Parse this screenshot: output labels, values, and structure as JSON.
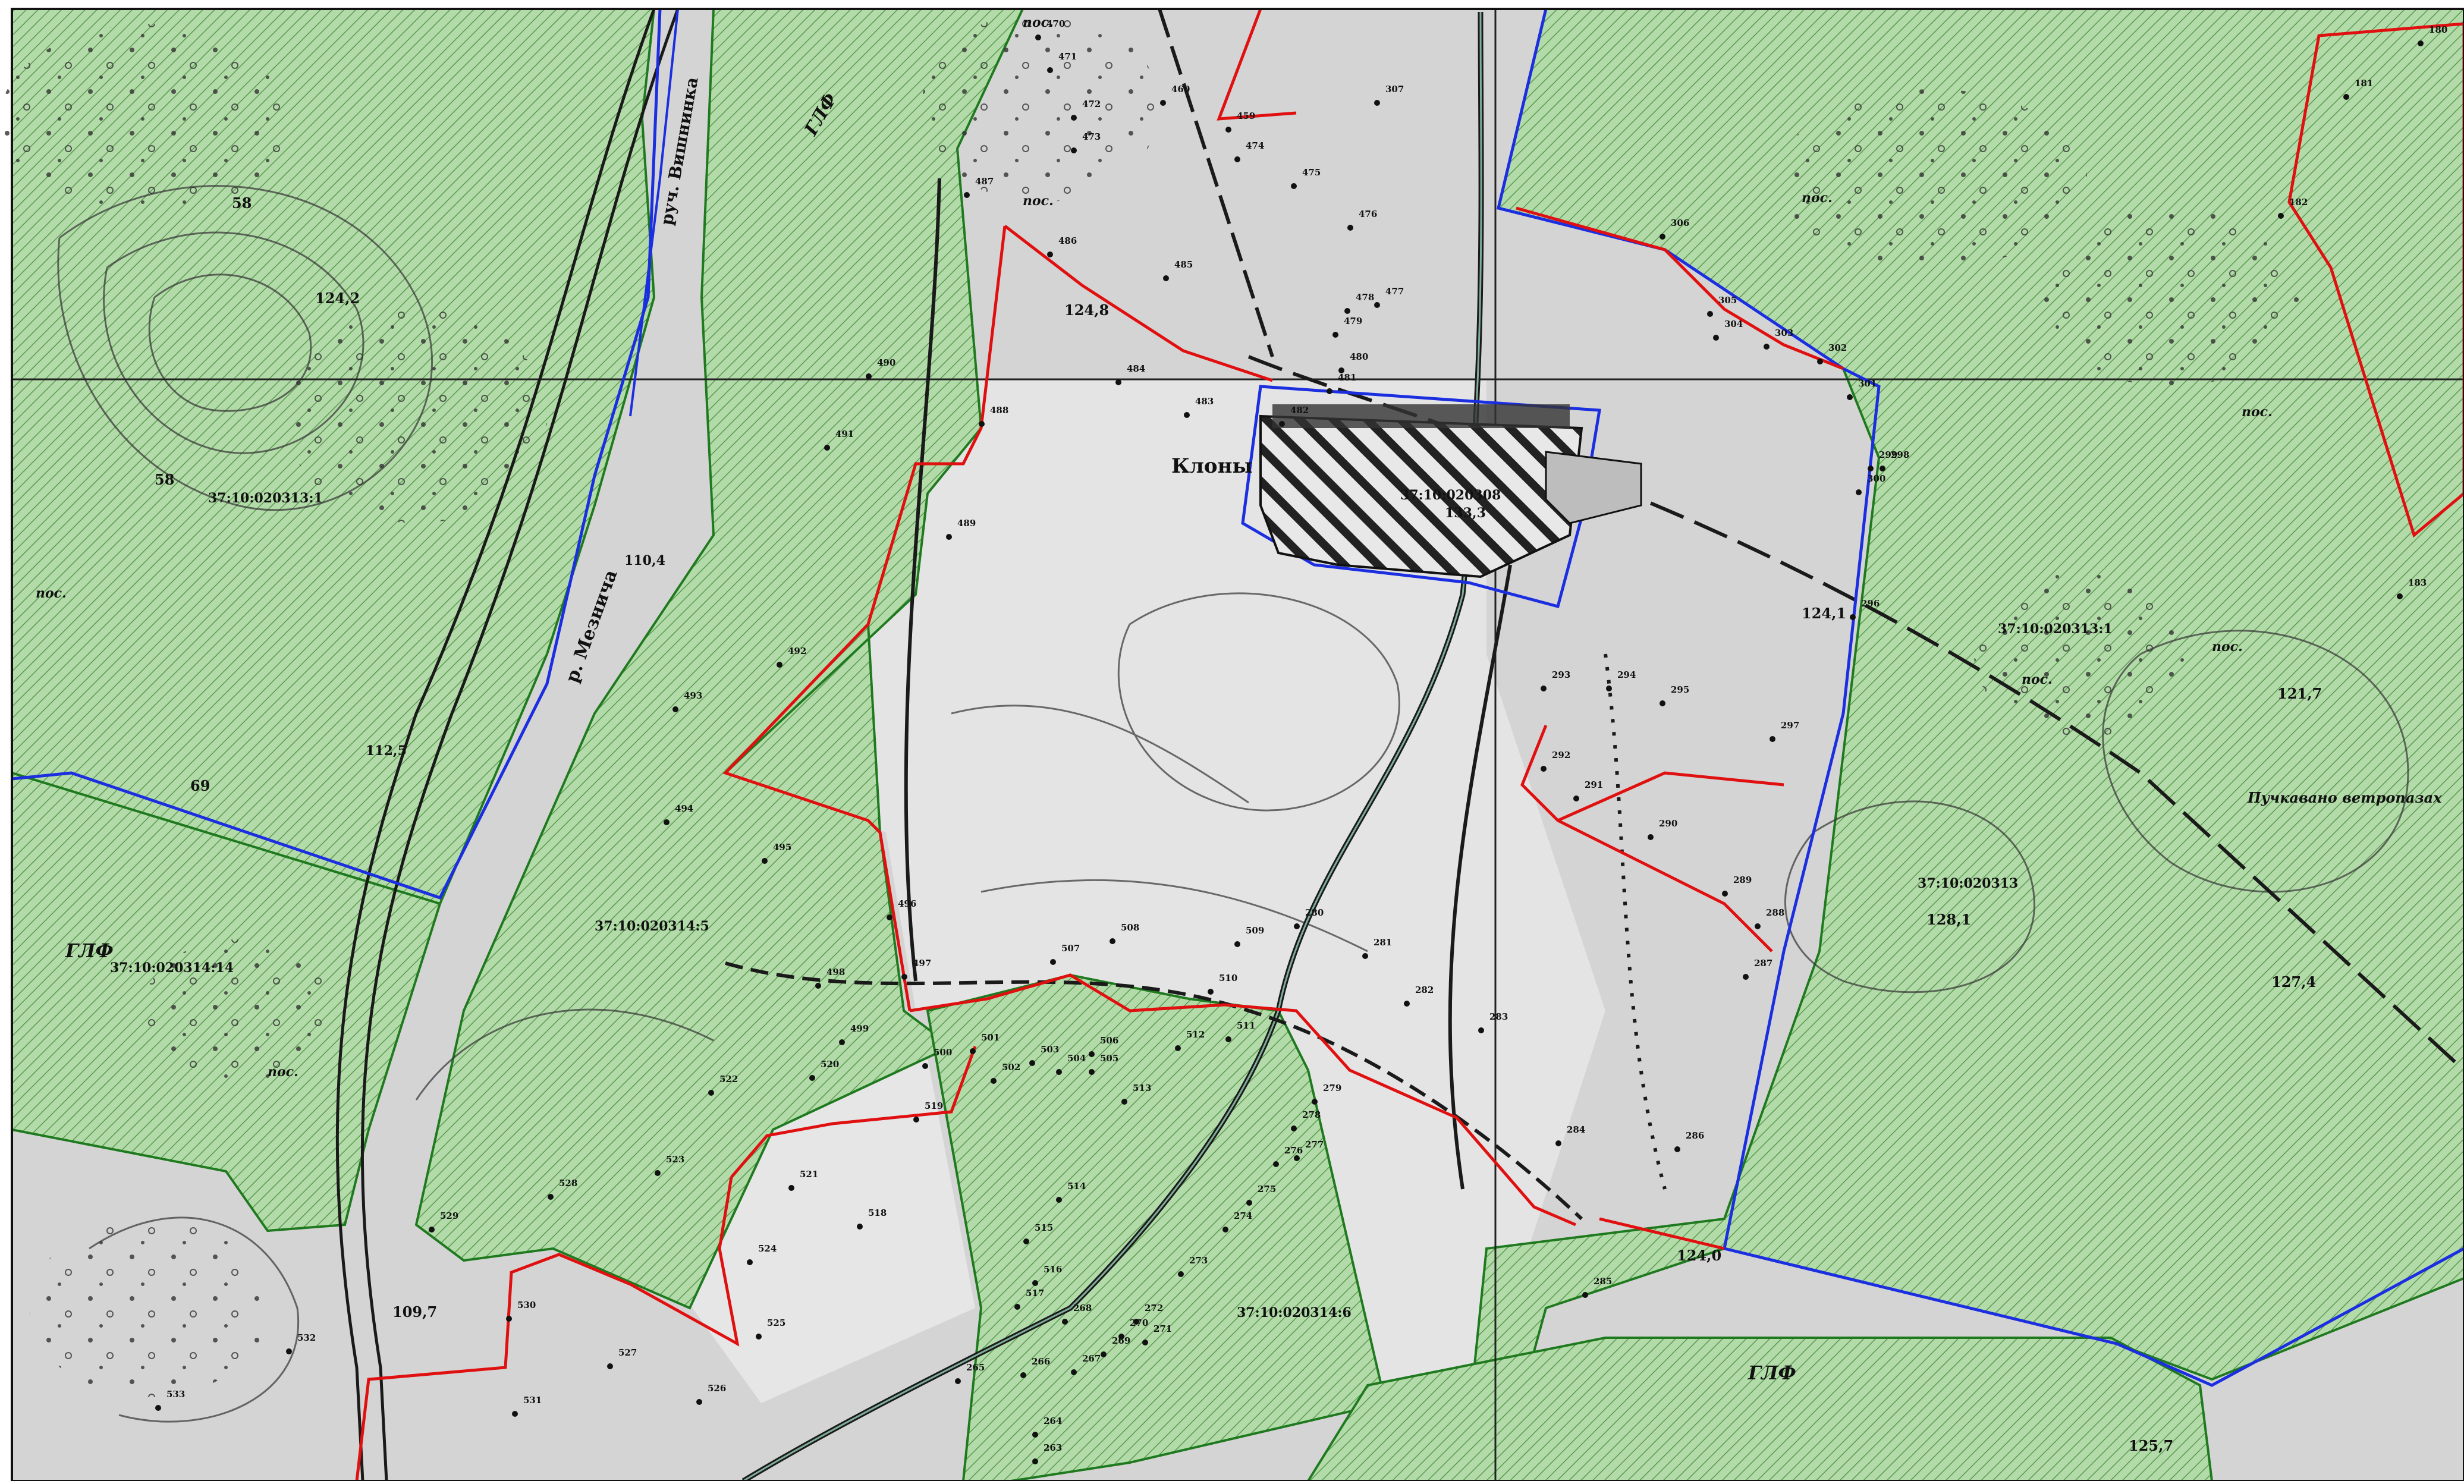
{
  "map": {
    "settlement_name": "Клоны",
    "river_label": "р. Мезнича",
    "stream_label": "руч. Вишнинка",
    "forest_mark": "ГЛФ",
    "thin_forest_label": "Пучкавано ветропазах",
    "colors": {
      "forest_fill": "#a9d5a0",
      "forest_hatch": "#4f8f46",
      "forest_border": "#1f7a1f",
      "red_boundary": "#e01010",
      "blue_boundary": "#1b2ee0",
      "gray_zone": "#c9c9c9",
      "light_zone": "#e3e3e3",
      "road": "#222222"
    },
    "parcels": [
      "37:10:020313:1",
      "37:10:020313:1",
      "37:10:020314:5",
      "37:10:020314:14",
      "37:10:020308",
      "37:10:020313",
      "37:10:020314:6"
    ],
    "elevations": [
      "124,8",
      "124,1",
      "124,0",
      "121,7",
      "128,1",
      "127,4",
      "125,7",
      "109,7",
      "110,4",
      "112,5",
      "124,2",
      "133,3"
    ],
    "contour_numbers": [
      "58",
      "58",
      "69"
    ],
    "vegetation_labels": [
      "пос.",
      "пос.",
      "пос.",
      "пос.",
      "пос.",
      "пос.",
      "пос.",
      "пос."
    ],
    "points": [
      "307",
      "459",
      "460",
      "470",
      "471",
      "472",
      "473",
      "474",
      "475",
      "476",
      "477",
      "478",
      "479",
      "480",
      "481",
      "482",
      "483",
      "484",
      "485",
      "486",
      "487",
      "488",
      "489",
      "490",
      "491",
      "492",
      "493",
      "494",
      "495",
      "496",
      "497",
      "498",
      "499",
      "500",
      "501",
      "502",
      "503",
      "504",
      "505",
      "506",
      "507",
      "508",
      "509",
      "510",
      "511",
      "512",
      "513",
      "514",
      "515",
      "516",
      "517",
      "518",
      "519",
      "520",
      "521",
      "522",
      "523",
      "524",
      "525",
      "526",
      "527",
      "528",
      "529",
      "530",
      "531",
      "532",
      "533",
      "180",
      "181",
      "182",
      "183",
      "296",
      "297",
      "298",
      "299",
      "300",
      "301",
      "302",
      "303",
      "304",
      "305",
      "306",
      "286",
      "287",
      "288",
      "289",
      "290",
      "291",
      "292",
      "293",
      "294",
      "295",
      "285",
      "284",
      "283",
      "282",
      "281",
      "280",
      "279",
      "278",
      "277",
      "276",
      "275",
      "274",
      "273",
      "272",
      "271",
      "270",
      "269",
      "268",
      "267",
      "266",
      "265",
      "264",
      "263"
    ]
  }
}
